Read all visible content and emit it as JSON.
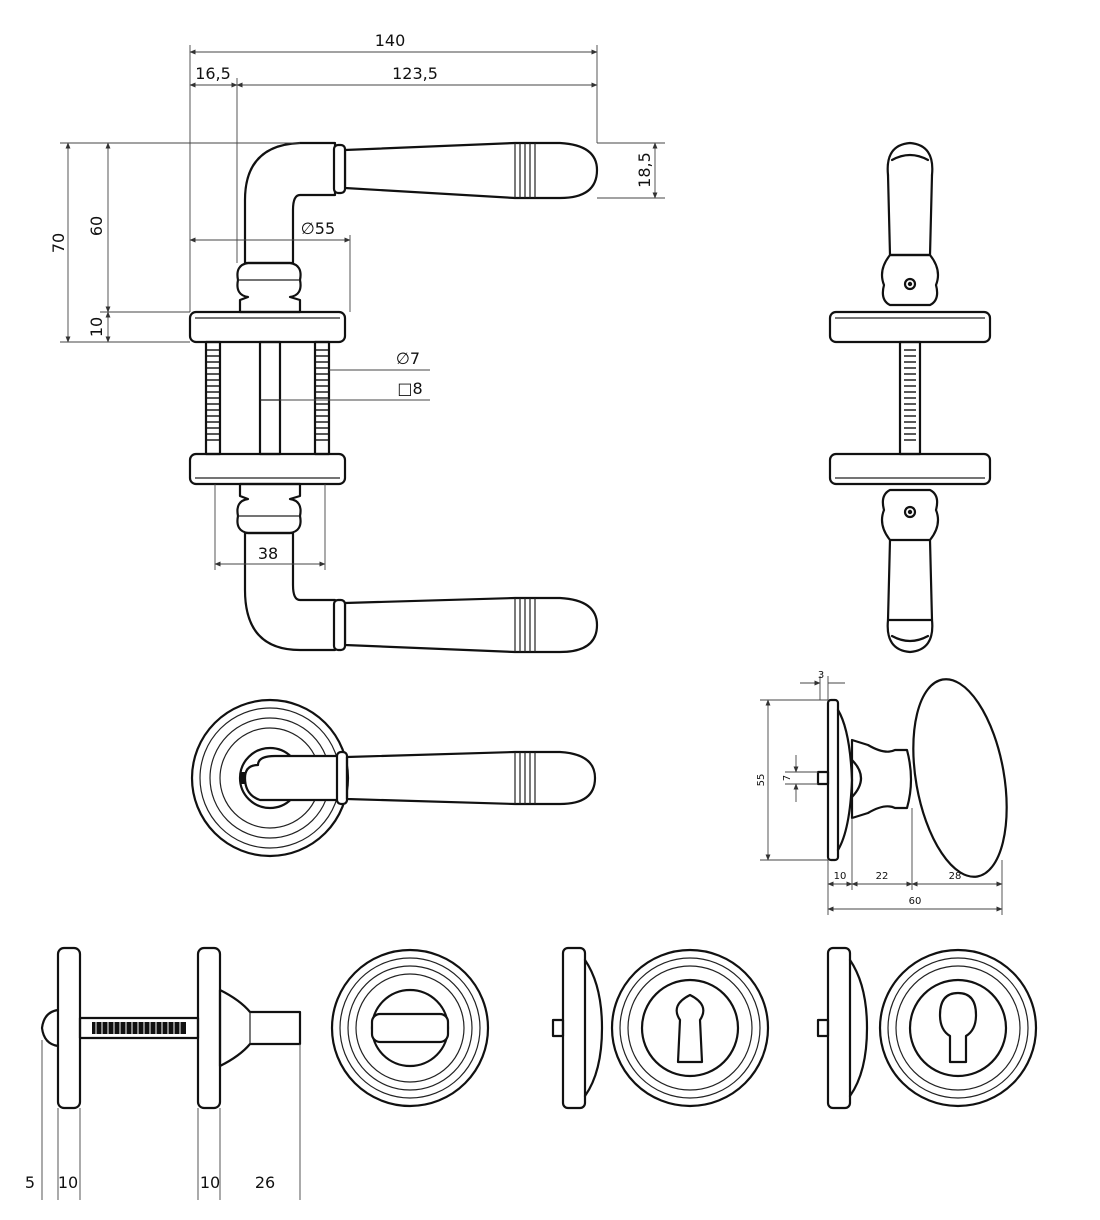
{
  "diagram": {
    "lever_front_view": {
      "dims": {
        "overall_length": "140",
        "offset": "16,5",
        "lever_length": "123,5",
        "grip_height": "18,5",
        "overall_height": "70",
        "height_60": "60",
        "height_10": "10",
        "rose_diameter": "∅55",
        "fixing_diameter": "∅7",
        "spindle_square": "□8",
        "neck_width": "38"
      }
    },
    "knob_side_view": {
      "dims": {
        "rose_thickness": "3",
        "rose_height": "55",
        "spindle_height": "7",
        "rose_depth": "10",
        "neck_depth": "22",
        "knob_depth": "28",
        "overall_projection": "60"
      }
    },
    "thumbturn_side_view": {
      "dims": {
        "turn_projection_a": "5",
        "rose_depth_a": "10",
        "rose_depth_b": "10",
        "turn_projection_b": "26"
      }
    }
  }
}
